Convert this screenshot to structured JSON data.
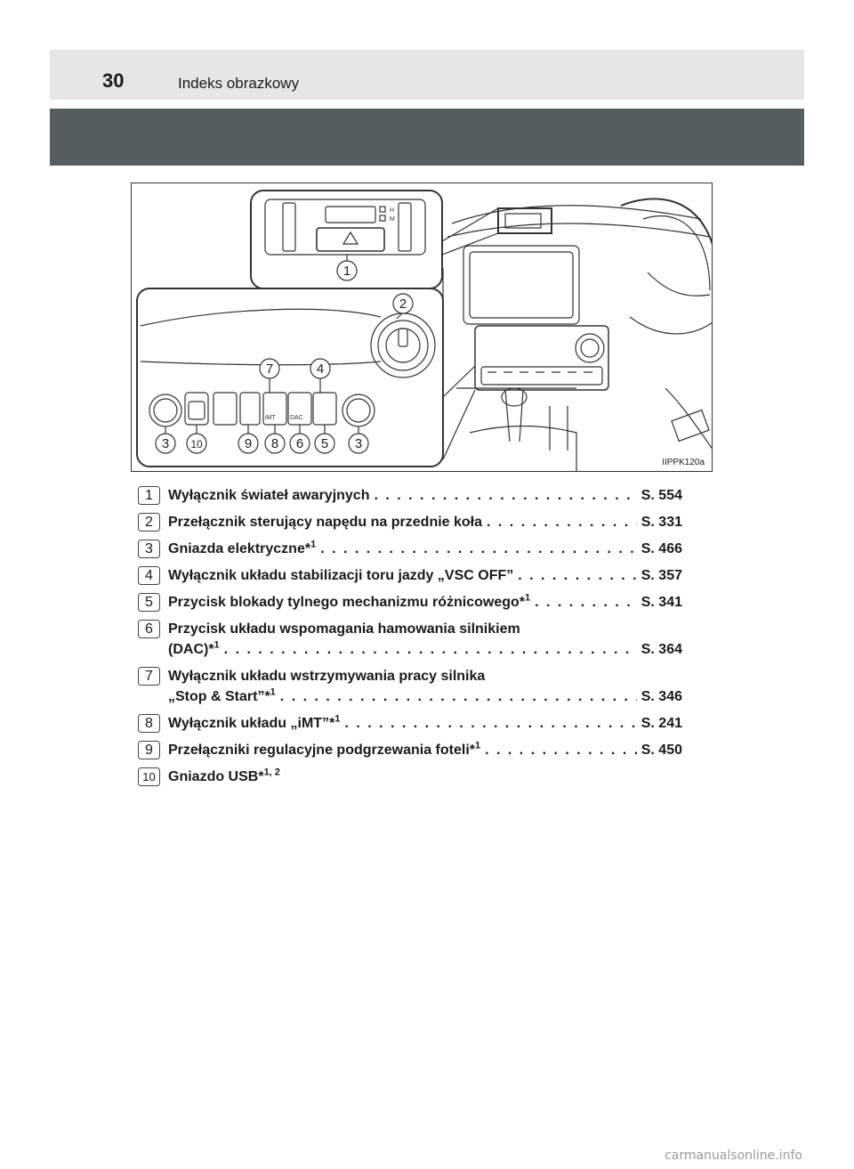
{
  "header": {
    "page_number": "30",
    "section_title": "Indeks obrazkowy"
  },
  "figure": {
    "code": "IIPPK120a",
    "callouts": [
      "1",
      "2",
      "7",
      "4",
      "3",
      "10",
      "9",
      "8",
      "6",
      "5",
      "3"
    ],
    "panel_labels": {
      "h": "H",
      "m": "M",
      "dac": "DAC",
      "imt": "iMT"
    }
  },
  "items": [
    {
      "num": "1",
      "text": "Wyłącznik świateł awaryjnych",
      "sup": "",
      "page": "S. 554"
    },
    {
      "num": "2",
      "text": "Przełącznik sterujący napędu na przednie koła",
      "sup": "",
      "page": "S. 331"
    },
    {
      "num": "3",
      "text": "Gniazda elektryczne*",
      "sup": "1",
      "page": "S. 466"
    },
    {
      "num": "4",
      "text": "Wyłącznik układu stabilizacji toru jazdy „VSC OFF”",
      "sup": "",
      "page": "S. 357"
    },
    {
      "num": "5",
      "text": "Przycisk blokady tylnego mechanizmu różnicowego*",
      "sup": "1",
      "page": "S. 341"
    },
    {
      "num": "6",
      "text": "Przycisk układu wspomagania hamowania silnikiem",
      "text2": "(DAC)*",
      "sup": "1",
      "page": "S. 364"
    },
    {
      "num": "7",
      "text": "Wyłącznik układu wstrzymywania pracy silnika",
      "text2": "„Stop & Start”*",
      "sup": "1",
      "page": "S. 346"
    },
    {
      "num": "8",
      "text": "Wyłącznik układu „iMT”*",
      "sup": "1",
      "page": "S. 241"
    },
    {
      "num": "9",
      "text": "Przełączniki regulacyjne podgrzewania foteli*",
      "sup": "1",
      "page": "S. 450"
    },
    {
      "num": "10",
      "text": "Gniazdo USB*",
      "sup": "1, 2",
      "page": ""
    }
  ],
  "watermark": "carmanualsonline.info"
}
